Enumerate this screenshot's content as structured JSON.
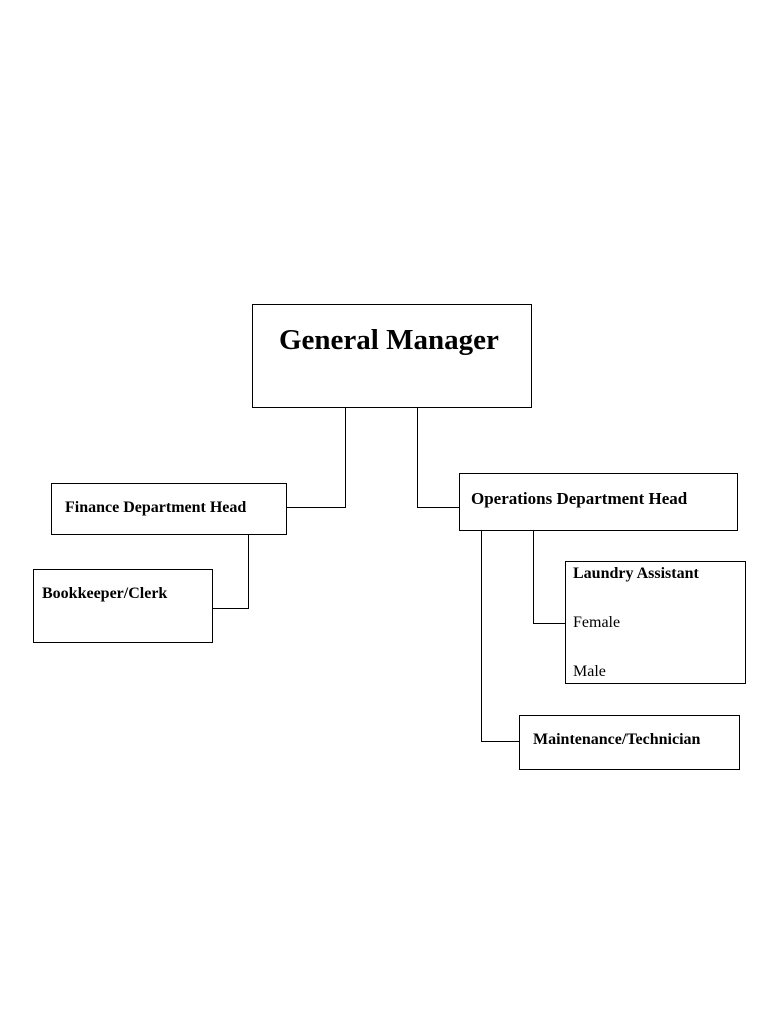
{
  "org_chart": {
    "general_manager": "General Manager",
    "finance_head": "Finance Department Head",
    "bookkeeper": "Bookkeeper/Clerk",
    "operations_head": "Operations Department Head",
    "laundry_assistant": {
      "title": "Laundry Assistant",
      "roles": [
        "Female",
        "Male"
      ]
    },
    "maintenance": "Maintenance/Technician"
  }
}
